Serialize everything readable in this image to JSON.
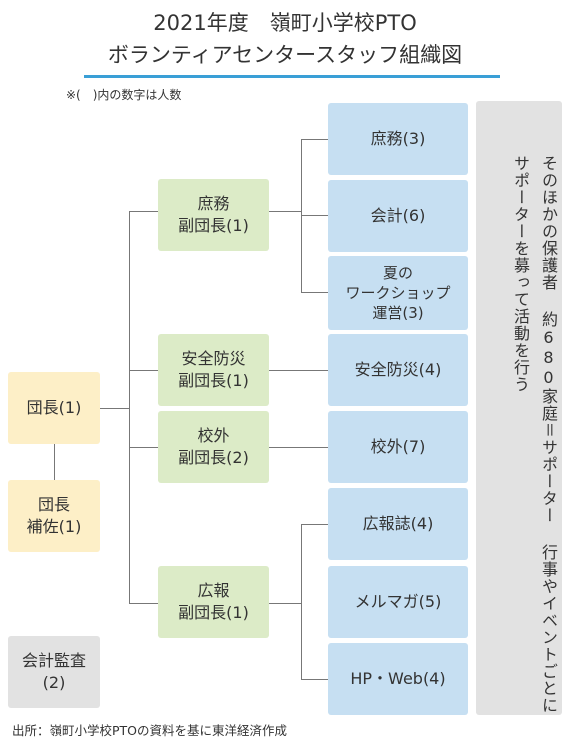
{
  "title": {
    "line1": "2021年度　嶺町小学校PTO",
    "line2": "ボランティアセンタースタッフ組織図"
  },
  "note": "※(　)内の数字は人数",
  "nodes": {
    "danchou": "団長(1)",
    "danchou_hosa": "団長\n補佐(1)",
    "kaikei_kansa": "会計監査\n(2)",
    "fuku_shomu": "庶務\n副団長(1)",
    "fuku_anzen": "安全防災\n副団長(1)",
    "fuku_kougai": "校外\n副団長(2)",
    "fuku_kouhou": "広報\n副団長(1)",
    "shomu": "庶務(3)",
    "kaikei": "会計(6)",
    "natsu_ws": "夏の\nワークショップ\n運営(3)",
    "anzen": "安全防災(4)",
    "kougai": "校外(7)",
    "kouhoushi": "広報誌(4)",
    "merumaga": "メルマガ(5)",
    "hpweb": "HP・Web(4)"
  },
  "side_note": "そのほかの保護者 約680家庭＝サポーター 行事やイベントごとにサポーターを募って活動を行う",
  "source": "出所：嶺町小学校PTOの資料を基に東洋経済作成",
  "colors": {
    "accent_line": "#3a9fd6",
    "leader_box": "#fdefc7",
    "vice_box": "#dcebc7",
    "team_box": "#c6dff2",
    "other_box": "#e2e2e2"
  }
}
